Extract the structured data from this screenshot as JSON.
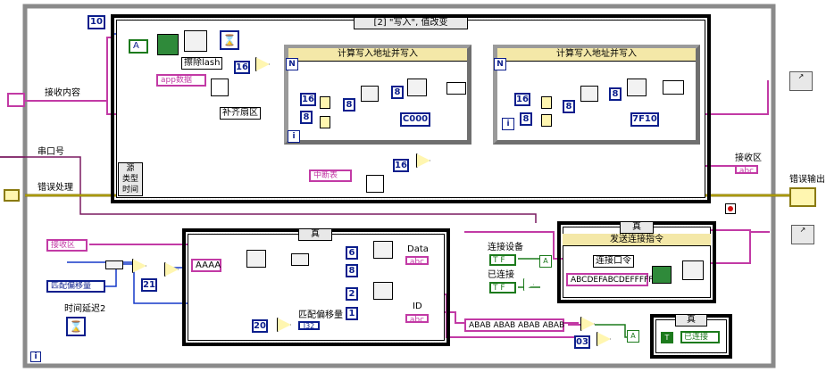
{
  "case_structure_main": {
    "selector": "[2] \"写入\", 值改变"
  },
  "event_source_labels": [
    "源",
    "类型",
    "时间"
  ],
  "loops": [
    {
      "title": "计算写入地址并写入",
      "hex_const": "C000"
    },
    {
      "title": "计算写入地址并写入",
      "hex_const": "7F10"
    }
  ],
  "labels": {
    "receive_content": "接收内容",
    "serial_port": "串口号",
    "error_handling": "错误处理",
    "erase_flash": "擦除lash",
    "pad_sector": "补齐扇区",
    "receive_area_out": "接收区",
    "error_output": "错误输出",
    "data_label": "Data",
    "id_label": "ID",
    "match_offset_label": "匹配偏移量",
    "timer_label": "时间延迟2",
    "connect_device": "连接设备",
    "connected": "已连接",
    "connect_port": "连接口令"
  },
  "controls": {
    "app_data": "app数据",
    "interrupt_table": "中断表",
    "receive_area": "接收区",
    "match_offset": "匹配偏移量",
    "connected_ind": "已连接"
  },
  "constants": {
    "n10": "10",
    "n16a": "16",
    "n16b": "16",
    "n16c": "16",
    "n16d": "16",
    "n8a": "8",
    "n8b": "8",
    "n8c": "8",
    "n8d": "8",
    "n8e": "8",
    "n8f": "8",
    "n21": "21",
    "n20": "20",
    "n6": "6",
    "n8g": "8",
    "n2": "2",
    "n1": "1",
    "n03": "03",
    "aaaa": "AAAA",
    "abab": "ABAB ABAB ABAB ABAB",
    "abcdef": "ABCDEFABCDEFFFFF"
  },
  "case_true_false": {
    "selector_true1": "真",
    "selector_true2": "真",
    "selector_true3": "真",
    "inner_title": "发送连接指令"
  },
  "bool_consts": {
    "t1": "T F",
    "t2": "T F"
  }
}
